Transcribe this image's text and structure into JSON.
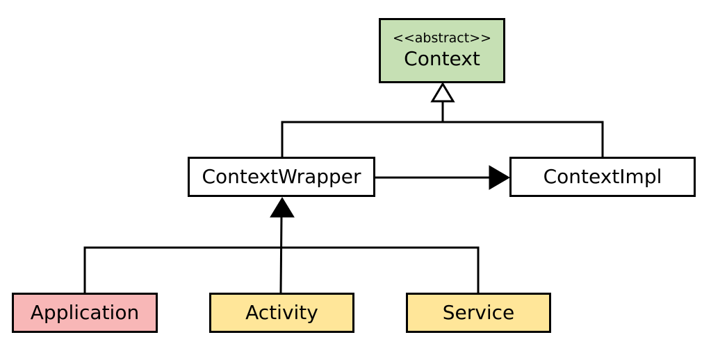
{
  "colors": {
    "context_fill": "#c6e0b4",
    "wrapper_fill": "#ffffff",
    "impl_fill": "#ffffff",
    "application_fill": "#f8b7b7",
    "activity_fill": "#ffe699",
    "service_fill": "#ffe699",
    "stroke": "#000000"
  },
  "nodes": {
    "context": {
      "stereotype": "<<abstract>>",
      "name": "Context"
    },
    "wrapper": {
      "name": "ContextWrapper"
    },
    "impl": {
      "name": "ContextImpl"
    },
    "application": {
      "name": "Application"
    },
    "activity": {
      "name": "Activity"
    },
    "service": {
      "name": "Service"
    }
  },
  "edges": [
    {
      "from": "ContextWrapper",
      "to": "Context",
      "kind": "inheritance-hollow-arrow"
    },
    {
      "from": "ContextImpl",
      "to": "Context",
      "kind": "inheritance-hollow-arrow"
    },
    {
      "from": "ContextWrapper",
      "to": "ContextImpl",
      "kind": "association-filled-arrow"
    },
    {
      "from": "Application",
      "to": "ContextWrapper",
      "kind": "inheritance-filled-arrow"
    },
    {
      "from": "Activity",
      "to": "ContextWrapper",
      "kind": "inheritance-filled-arrow"
    },
    {
      "from": "Service",
      "to": "ContextWrapper",
      "kind": "inheritance-filled-arrow"
    }
  ]
}
